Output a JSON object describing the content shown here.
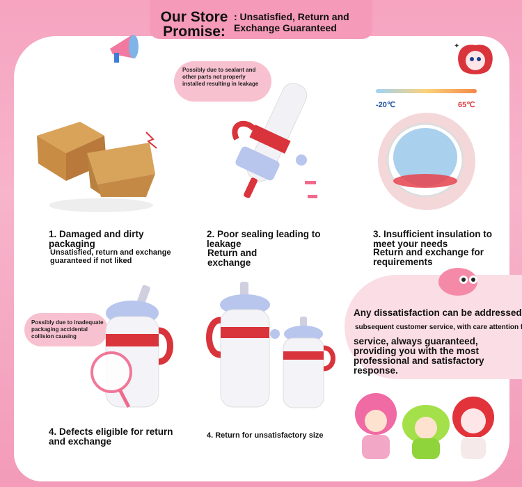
{
  "header": {
    "title": "Our Store Promise:",
    "subtitle": ": Unsatisfied, Return and Exchange Guaranteed"
  },
  "temperature": {
    "min": "-20℃",
    "max": "65℃"
  },
  "items": [
    {
      "title": "1. Damaged and dirty packaging",
      "desc": "Unsatisfied, return and exchange guaranteed if not liked"
    },
    {
      "title": "2. Poor sealing leading to leakage",
      "desc": "Return and exchange",
      "note": "Possibly due to sealant and other parts not properly installed resulting in leakage"
    },
    {
      "title": "3. Insufficient insulation to meet your needs",
      "desc": "Return and exchange for requirements"
    },
    {
      "title": "4. Defects eligible for return and exchange",
      "note": "Possibly due to inadequate packaging accidental collision causing"
    },
    {
      "title": "4. Return for unsatisfactory size"
    }
  ],
  "service": {
    "line1": "Any dissatisfaction can be addressed by contacting the sales",
    "line2": "subsequent customer service, with care attention from Huanban Sen",
    "line3": "service, always guaranteed, providing you with the most professional and satisfactory response."
  },
  "colors": {
    "accent": "#d9333b",
    "pink": "#f59ab9"
  },
  "icons": [
    "megaphone-icon",
    "apple-mascot-icon",
    "box-icon",
    "bottle-icon",
    "cup-icon",
    "magnifier-icon",
    "bird-mascot-icon",
    "figurines-icon"
  ]
}
